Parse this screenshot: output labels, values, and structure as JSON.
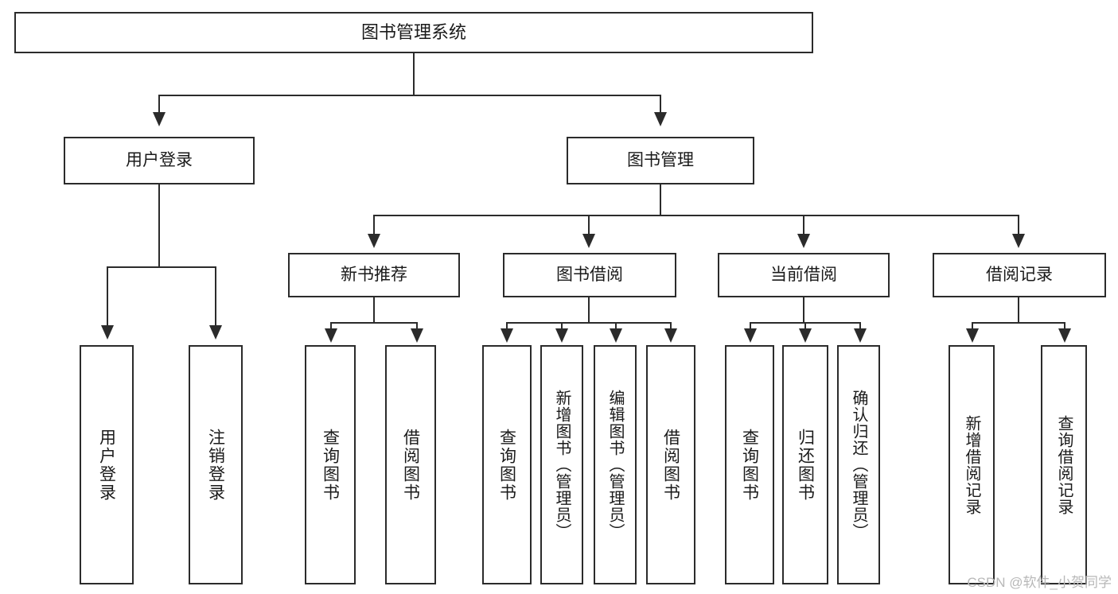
{
  "diagram": {
    "title": "图书管理系统",
    "type": "tree-hierarchy-diagram",
    "root": {
      "label": "图书管理系统"
    },
    "level2": [
      {
        "label": "用户登录"
      },
      {
        "label": "图书管理"
      }
    ],
    "level3": [
      {
        "label": "新书推荐"
      },
      {
        "label": "图书借阅"
      },
      {
        "label": "当前借阅"
      },
      {
        "label": "借阅记录"
      }
    ],
    "leaves": [
      {
        "label": "用户登录",
        "parent": "用户登录"
      },
      {
        "label": "注销登录",
        "parent": "用户登录"
      },
      {
        "label": "查询图书",
        "parent": "新书推荐"
      },
      {
        "label": "借阅图书",
        "parent": "新书推荐"
      },
      {
        "label": "查询图书",
        "parent": "图书借阅"
      },
      {
        "label": "新增图书（管理员）",
        "parent": "图书借阅"
      },
      {
        "label": "编辑图书（管理员）",
        "parent": "图书借阅"
      },
      {
        "label": "借阅图书",
        "parent": "图书借阅"
      },
      {
        "label": "查询图书",
        "parent": "当前借阅"
      },
      {
        "label": "归还图书",
        "parent": "当前借阅"
      },
      {
        "label": "确认归还（管理员）",
        "parent": "当前借阅"
      },
      {
        "label": "新增借阅记录",
        "parent": "借阅记录"
      },
      {
        "label": "查询借阅记录",
        "parent": "借阅记录"
      }
    ]
  },
  "watermark": {
    "text": "CSDN @软件_小贺同学"
  },
  "colors": {
    "stroke": "#2b2b2b",
    "background": "#ffffff",
    "text": "#1a1a1a",
    "watermark": "#b8b8b8"
  }
}
